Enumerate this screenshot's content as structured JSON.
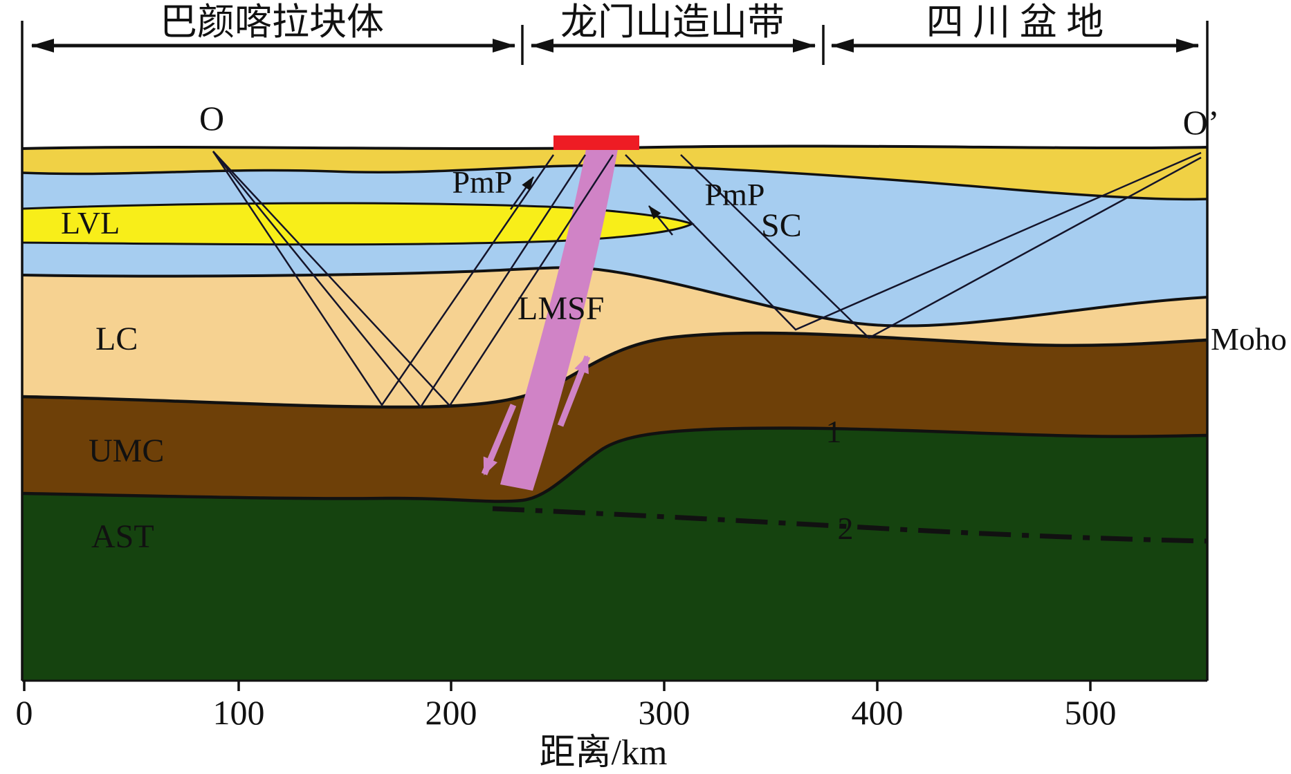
{
  "regions": {
    "left": {
      "label": "巴颜喀拉块体"
    },
    "middle": {
      "label": "龙门山造山带"
    },
    "right": {
      "label": "四 川 盆 地"
    }
  },
  "shot_points": {
    "left": "O",
    "right": "O’"
  },
  "phase_labels": {
    "pmp_left": "PmP",
    "pmp_right": "PmP"
  },
  "layers": {
    "lvl": "LVL",
    "sc": "SC",
    "lc": "LC",
    "umc": "UMC",
    "ast": "AST"
  },
  "fault": {
    "label": "LMSF"
  },
  "boundaries": {
    "moho": "Moho",
    "marker1": "1",
    "marker2": "2"
  },
  "axis": {
    "title": "距离/km",
    "ticks": [
      "0",
      "100",
      "200",
      "300",
      "400",
      "500"
    ]
  },
  "colors": {
    "surface_sediment": "#f0d145",
    "upper_crust": "#a6cdf0",
    "lvl": "#f8ee19",
    "lower_crust": "#f6d291",
    "upper_mantle": "#6e4008",
    "asthenosphere": "#15430f",
    "fault": "#d083c6",
    "station_marker": "#ee1c24"
  }
}
